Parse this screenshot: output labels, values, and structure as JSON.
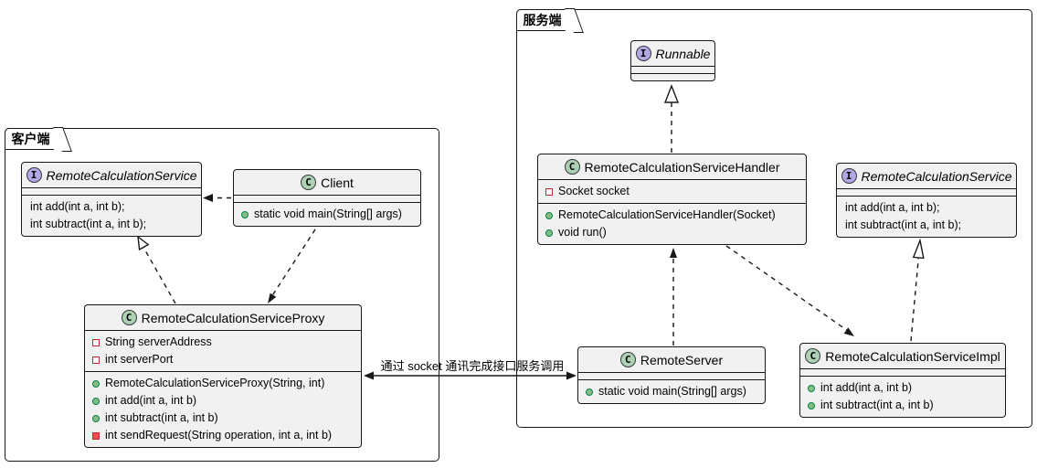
{
  "packages": {
    "client": {
      "name": "客户端"
    },
    "server": {
      "name": "服务端"
    }
  },
  "classes": {
    "client_iface": {
      "spot": "I",
      "name": "RemoteCalculationService",
      "methods": [
        "int add(int a, int b);",
        "int subtract(int a, int b);"
      ]
    },
    "client": {
      "spot": "C",
      "name": "Client",
      "methods": [
        "static void main(String[] args)"
      ]
    },
    "proxy": {
      "spot": "C",
      "name": "RemoteCalculationServiceProxy",
      "fields": [
        "String serverAddress",
        "int serverPort"
      ],
      "methods": [
        "RemoteCalculationServiceProxy(String, int)",
        "int add(int a, int b)",
        "int subtract(int a, int b)",
        "int sendRequest(String operation, int a, int b)"
      ]
    },
    "runnable": {
      "spot": "I",
      "name": "Runnable"
    },
    "handler": {
      "spot": "C",
      "name": "RemoteCalculationServiceHandler",
      "fields": [
        "Socket socket"
      ],
      "methods": [
        "RemoteCalculationServiceHandler(Socket)",
        "void run()"
      ]
    },
    "server_iface": {
      "spot": "I",
      "name": "RemoteCalculationService",
      "methods": [
        "int add(int a, int b);",
        "int subtract(int a, int b);"
      ]
    },
    "remote_server": {
      "spot": "C",
      "name": "RemoteServer",
      "methods": [
        "static void main(String[] args)"
      ]
    },
    "impl": {
      "spot": "C",
      "name": "RemoteCalculationServiceImpl",
      "methods": [
        "int add(int a, int b)",
        "int subtract(int a, int b)"
      ]
    }
  },
  "relations": {
    "socket_label": "通过 socket 通讯完成接口服务调用"
  },
  "colors": {
    "border": "#181818",
    "box_fill": "#F1F1F1",
    "class_spot": "#ADD1B2",
    "interface_spot": "#B4A7E6",
    "public_method": "#84BE84",
    "private_member": "#C82930"
  }
}
